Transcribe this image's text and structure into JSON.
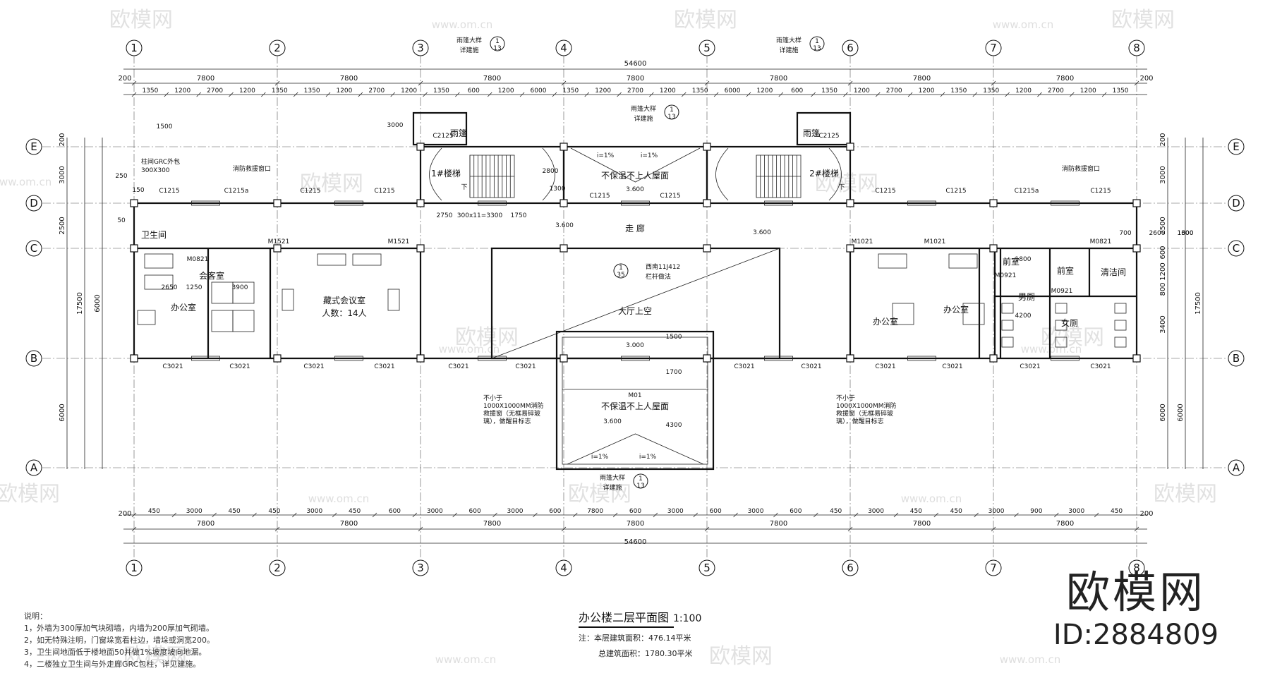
{
  "axes": {
    "columns": [
      "1",
      "2",
      "3",
      "4",
      "5",
      "6",
      "7",
      "8"
    ],
    "rows": [
      "E",
      "D",
      "C",
      "B",
      "A"
    ]
  },
  "dimensions": {
    "total": "54600",
    "bays": [
      "7800",
      "7800",
      "7800",
      "7800",
      "7800",
      "7800",
      "7800"
    ],
    "edge": "200",
    "top_chain": [
      "1350",
      "1200",
      "2700",
      "1200",
      "1350",
      "1350",
      "1200",
      "2700",
      "1200",
      "1350",
      "600",
      "1200",
      "6000",
      "1350",
      "1200",
      "2700",
      "1200",
      "1350",
      "6000",
      "1200",
      "600",
      "1350",
      "1200",
      "2700",
      "1200",
      "1350",
      "1350",
      "1200",
      "2700",
      "1200",
      "1350"
    ],
    "bottom_chain": [
      "450",
      "3000",
      "450",
      "450",
      "3000",
      "450",
      "600",
      "3000",
      "600",
      "3000",
      "600",
      "7800",
      "600",
      "3000",
      "600",
      "3000",
      "600",
      "450",
      "3000",
      "450",
      "450",
      "3000",
      "900",
      "3000",
      "450"
    ],
    "left_vertical": [
      "200",
      "3000",
      "2500",
      "17500",
      "6000",
      "6000"
    ],
    "right_vertical": [
      "200",
      "3000",
      "2500",
      "600",
      "1200",
      "800",
      "3400",
      "17500",
      "6000",
      "6000"
    ],
    "misc": [
      "250",
      "50",
      "150",
      "1500",
      "3000",
      "2750",
      "300x11=3300",
      "1750",
      "2650",
      "1250",
      "3900",
      "1600",
      "1300",
      "700",
      "2600",
      "1500",
      "1700",
      "4300",
      "2800",
      "1300",
      "1800",
      "4200"
    ]
  },
  "rooms": {
    "toilet": "卫生间",
    "reception": "会客室",
    "office": "办公室",
    "conference": "藏式会议室",
    "conference_capacity": "人数：14人",
    "corridor": "走 廊",
    "hall_void": "大厅上空",
    "stair1": "1#楼梯",
    "stair2": "2#楼梯",
    "canopy": "雨篷",
    "roof_no_access": "不保温不上人屋面",
    "anteroom": "前室",
    "mens_toilet": "男厕",
    "womens_toilet": "女厕",
    "cleaning": "清洁间"
  },
  "labels": {
    "elev_3600": "3.600",
    "elev_3000": "3.000",
    "slope": "i=1%",
    "down": "下",
    "up": "上",
    "window_c1215": "C1215",
    "window_c1215a": "C1215a",
    "window_c3021": "C3021",
    "window_c2125": "C2125",
    "door_m1521": "M1521",
    "door_m1021": "M1021",
    "door_m0821": "M0821",
    "door_m0921": "M0921",
    "door_m01": "M01",
    "callout_canopy": "雨篷大样",
    "callout_ref": "详建施",
    "callout_num": "1",
    "callout_sheet": "13",
    "callout_railing_code": "西南11J412",
    "callout_railing_page": "35",
    "callout_railing": "栏杆做法",
    "fire_window": "消防救援窗口",
    "column_note": "柱间GRC外包",
    "column_size": "300X300",
    "fire_note_1": "不小于",
    "fire_note_2": "1000X1000MM消防",
    "fire_note_3": "救援窗（无框易碎玻",
    "fire_note_4": "璃），做醒目标志"
  },
  "title": {
    "name": "办公楼二层平面图",
    "scale": "1:100",
    "area_note": "注：本层建筑面积：476.14平米",
    "total_area": "总建筑面积：1780.30平米"
  },
  "notes": {
    "heading": "说明：",
    "items": [
      "1，外墙为300厚加气块砌墙，内墙为200厚加气砌墙。",
      "2，如无特殊注明，门窗垛宽看柱边，墙垛或洞宽200。",
      "3，卫生间地面低于楼地面50并做1%坡度坡向地漏。",
      "4，二楼独立卫生间与外走廊GRC包柱，详见建施。"
    ]
  },
  "watermark": {
    "brand": "欧模网",
    "url": "www.om.cn",
    "id": "ID:2884809"
  }
}
